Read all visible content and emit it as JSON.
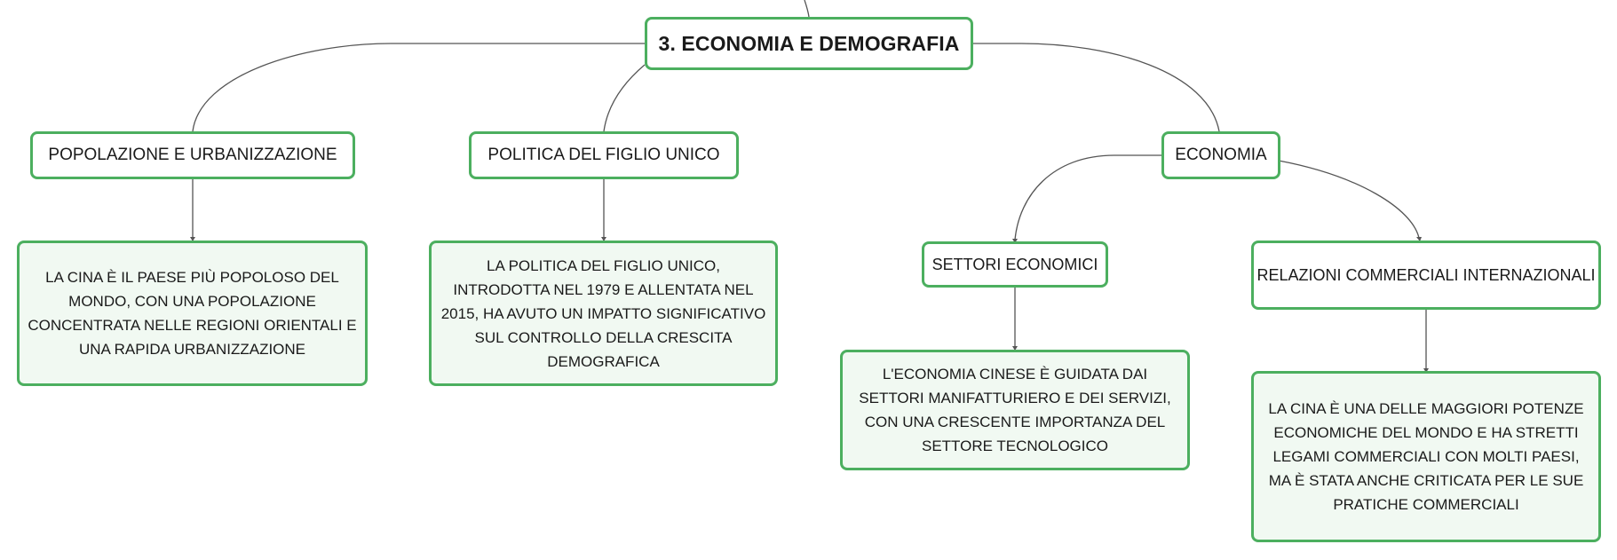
{
  "colors": {
    "border": "#4caf5f",
    "detail_fill": "#f1f9f2",
    "connector": "#555555"
  },
  "mindmap": {
    "root": {
      "label": "3. ECONOMIA E DEMOGRAFIA"
    },
    "popolazione": {
      "label": "POPOLAZIONE E URBANIZZAZIONE",
      "detail": "LA CINA È IL PAESE PIÙ POPOLOSO DEL MONDO, CON UNA POPOLAZIONE CONCENTRATA NELLE REGIONI ORIENTALI E UNA RAPIDA URBANIZZAZIONE"
    },
    "politica": {
      "label": "POLITICA DEL FIGLIO UNICO",
      "detail": "LA POLITICA DEL FIGLIO UNICO, INTRODOTTA NEL 1979 E ALLENTATA NEL 2015, HA AVUTO UN IMPATTO SIGNIFICATIVO SUL CONTROLLO DELLA CRESCITA DEMOGRAFICA"
    },
    "economia": {
      "label": "ECONOMIA",
      "settori": {
        "label": "SETTORI ECONOMICI",
        "detail": "L'ECONOMIA CINESE È GUIDATA DAI SETTORI MANIFATTURIERO E DEI SERVIZI, CON UNA CRESCENTE IMPORTANZA DEL SETTORE TECNOLOGICO"
      },
      "relazioni": {
        "label": "RELAZIONI COMMERCIALI INTERNAZIONALI",
        "detail": "LA CINA È UNA DELLE MAGGIORI POTENZE ECONOMICHE DEL MONDO E HA STRETTI LEGAMI COMMERCIALI CON MOLTI PAESI, MA È STATA ANCHE CRITICATA PER LE SUE PRATICHE COMMERCIALI"
      }
    }
  }
}
